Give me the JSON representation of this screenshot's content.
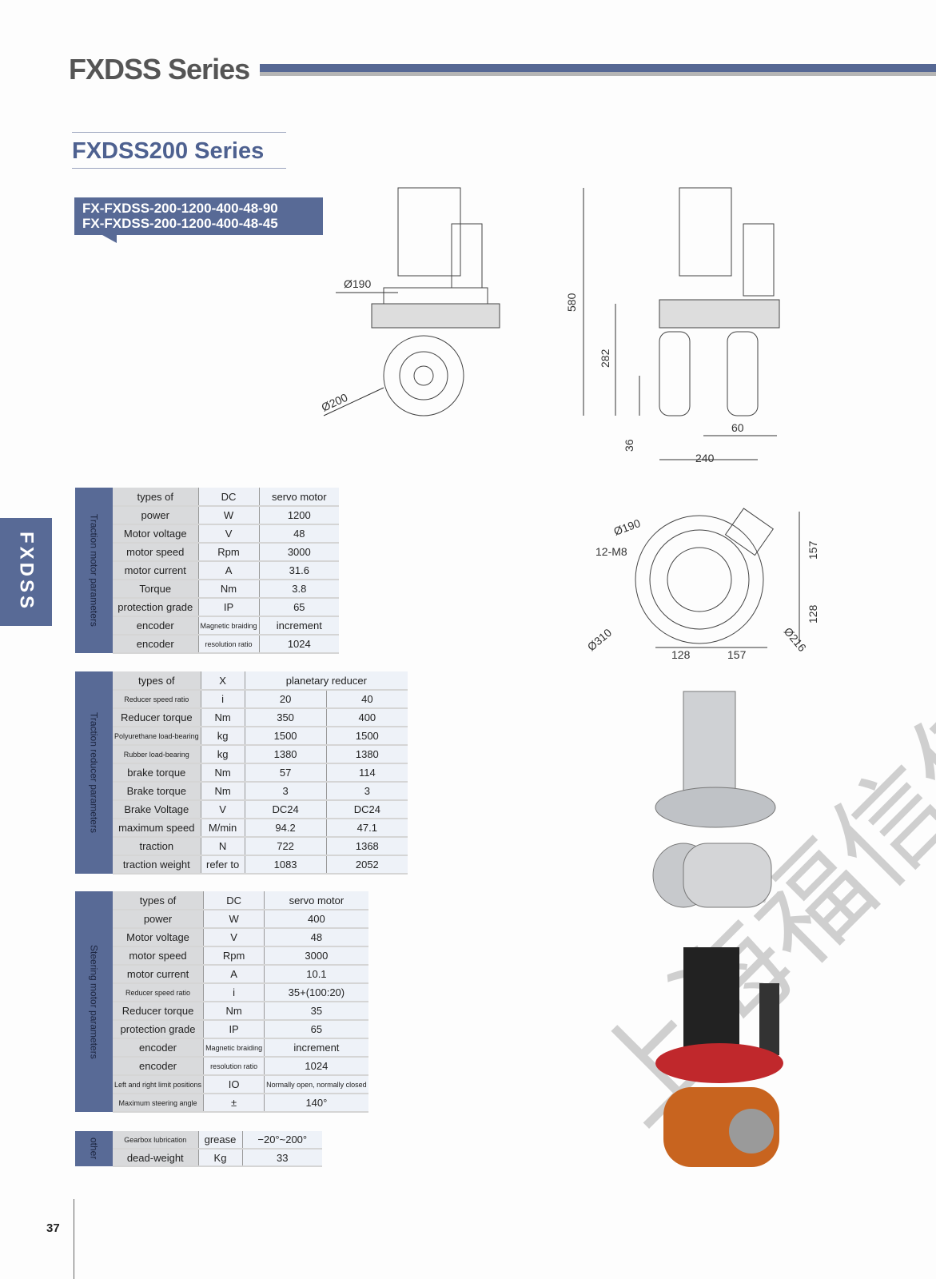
{
  "header": {
    "series_title": "FXDSS Series",
    "sub_title": "FXDSS200 Series",
    "models": [
      "FX-FXDSS-200-1200-400-48-90",
      "FX-FXDSS-200-1200-400-48-45"
    ],
    "side_tab": "FXDSS"
  },
  "drawings": {
    "front": {
      "d_top": "Ø190",
      "d_wheel": "Ø200"
    },
    "side": {
      "h_total": "580",
      "h_mid": "282",
      "h_bottom": "36",
      "w_wheel": "60",
      "w_total": "240"
    },
    "top": {
      "d_bolt": "Ø190",
      "holes": "12-M8",
      "h1": "157",
      "h2": "128",
      "w1": "128",
      "w2": "157",
      "d_outer": "Ø310",
      "d_inner": "Ø216"
    }
  },
  "tables": [
    {
      "label": "Traction motor parameters",
      "rows": [
        [
          "types of",
          "DC",
          "servo motor"
        ],
        [
          "power",
          "W",
          "1200"
        ],
        [
          "Motor voltage",
          "V",
          "48"
        ],
        [
          "motor speed",
          "Rpm",
          "3000"
        ],
        [
          "motor current",
          "A",
          "31.6"
        ],
        [
          "Torque",
          "Nm",
          "3.8"
        ],
        [
          "protection grade",
          "IP",
          "65"
        ],
        [
          "encoder",
          "Magnetic braiding",
          "increment"
        ],
        [
          "encoder",
          "resolution ratio",
          "1024"
        ]
      ]
    },
    {
      "label": "Traction reducer parameters",
      "rows": [
        [
          "types of",
          "X",
          "planetary reducer"
        ],
        [
          "Reducer speed ratio",
          "i",
          "20",
          "40"
        ],
        [
          "Reducer torque",
          "Nm",
          "350",
          "400"
        ],
        [
          "Polyurethane load-bearing",
          "kg",
          "1500",
          "1500"
        ],
        [
          "Rubber load-bearing",
          "kg",
          "1380",
          "1380"
        ],
        [
          "brake torque",
          "Nm",
          "57",
          "114"
        ],
        [
          "Brake torque",
          "Nm",
          "3",
          "3"
        ],
        [
          "Brake Voltage",
          "V",
          "DC24",
          "DC24"
        ],
        [
          "maximum speed",
          "M/min",
          "94.2",
          "47.1"
        ],
        [
          "traction",
          "N",
          "722",
          "1368"
        ],
        [
          "traction weight",
          "refer to",
          "1083",
          "2052"
        ]
      ]
    },
    {
      "label": "Steering motor parameters",
      "rows": [
        [
          "types of",
          "DC",
          "servo motor"
        ],
        [
          "power",
          "W",
          "400"
        ],
        [
          "Motor voltage",
          "V",
          "48"
        ],
        [
          "motor speed",
          "Rpm",
          "3000"
        ],
        [
          "motor current",
          "A",
          "10.1"
        ],
        [
          "Reducer speed ratio",
          "i",
          "35+(100:20)"
        ],
        [
          "Reducer torque",
          "Nm",
          "35"
        ],
        [
          "protection grade",
          "IP",
          "65"
        ],
        [
          "encoder",
          "Magnetic braiding",
          "increment"
        ],
        [
          "encoder",
          "resolution ratio",
          "1024"
        ],
        [
          "Left and right limit positions",
          "IO",
          "Normally open, normally closed"
        ],
        [
          "Maximum steering angle",
          "±",
          "140°"
        ]
      ]
    },
    {
      "label": "other",
      "rows": [
        [
          "Gearbox lubrication",
          "grease",
          "−20°~200°"
        ],
        [
          "dead-weight",
          "Kg",
          "33"
        ]
      ]
    }
  ],
  "watermark": "上海福信传动",
  "page_number": "37"
}
